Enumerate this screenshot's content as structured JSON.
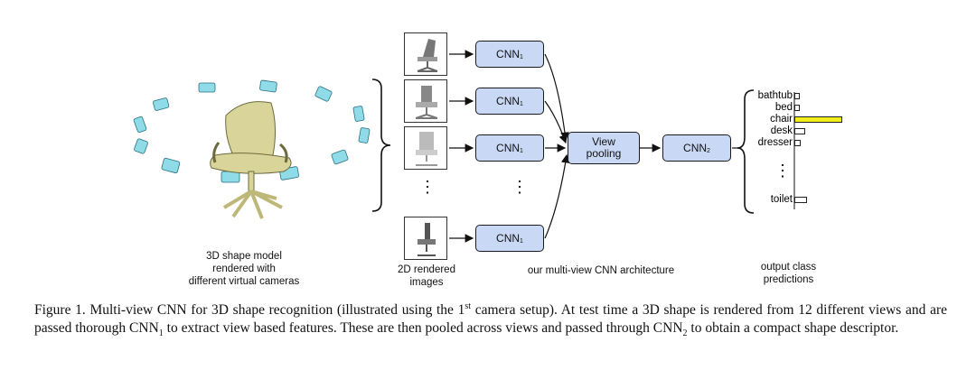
{
  "left_label": {
    "line1": "3D shape model",
    "line2": "rendered with",
    "line3": "different virtual cameras"
  },
  "images_label": {
    "line1": "2D rendered",
    "line2": "images"
  },
  "arch_label": "our multi-view CNN architecture",
  "output_label": {
    "line1": "output class",
    "line2": "predictions"
  },
  "cnn1": {
    "name": "CNN",
    "sub": "1"
  },
  "cnn2": {
    "name": "CNN",
    "sub": "2"
  },
  "view_pooling": {
    "line1": "View",
    "line2": "pooling"
  },
  "classes": [
    {
      "label": "bathtub",
      "value": 0.07,
      "highlight": false
    },
    {
      "label": "bed",
      "value": 0.07,
      "highlight": false
    },
    {
      "label": "chair",
      "value": 0.95,
      "highlight": true
    },
    {
      "label": "desk",
      "value": 0.22,
      "highlight": false
    },
    {
      "label": "dresser",
      "value": 0.12,
      "highlight": false
    },
    {
      "label": "toilet",
      "value": 0.25,
      "highlight": false
    }
  ],
  "ellipsis": "⋮",
  "colors": {
    "cnn_fill": "#c9d8f5",
    "highlight_bar": "#f2ee1a",
    "camera": "#8fdce8",
    "chair": "#d9d59a"
  },
  "caption": {
    "part1": "Figure 1. Multi-view CNN for 3D shape recognition (illustrated using the 1",
    "sup": "st",
    "part2": " camera setup). At test time a 3D shape is rendered from 12 different views and are passed thorough CNN",
    "sub1": "1",
    "part3": " to extract view based features. These are then pooled across views and passed through CNN",
    "sub2": "2",
    "part4": " to obtain a compact shape descriptor."
  }
}
